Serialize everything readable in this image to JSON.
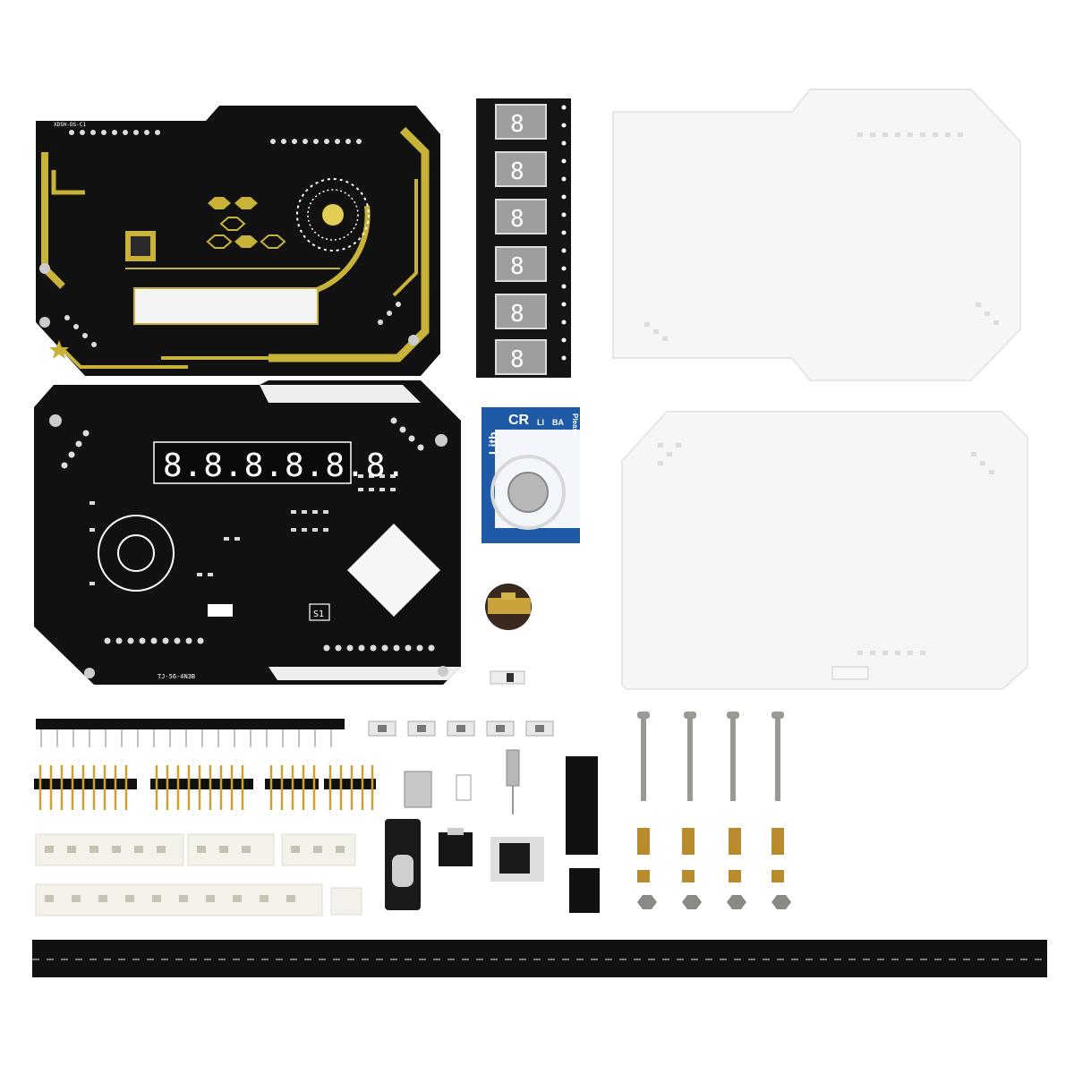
{
  "photo": {
    "background": "#ffffff",
    "colors": {
      "pcb": "#111111",
      "gold": "#c8b23a",
      "acrylic": "#f6f6f6",
      "battery_blue": "#1f5aa6",
      "steel": "#9a9a94",
      "brass": "#b98a2e"
    }
  },
  "pcb_top": {
    "silkscreen": "XDSH-DS-C1"
  },
  "pcb_bottom": {
    "display_digits": "8.8.8.8.8.8.",
    "silkscreen": "TJ-56-4N3B",
    "switch_label": "S1"
  },
  "digit_tape": {
    "digits": [
      "8",
      "8",
      "8",
      "8",
      "8",
      "8"
    ]
  },
  "battery_card": {
    "brand_text": "Lith",
    "model_text": "CR",
    "side_text_1": "LI",
    "side_text_2": "BA",
    "note_text": "Please"
  },
  "parts": {
    "screw_count": 4,
    "tact_switch_count": 5
  }
}
